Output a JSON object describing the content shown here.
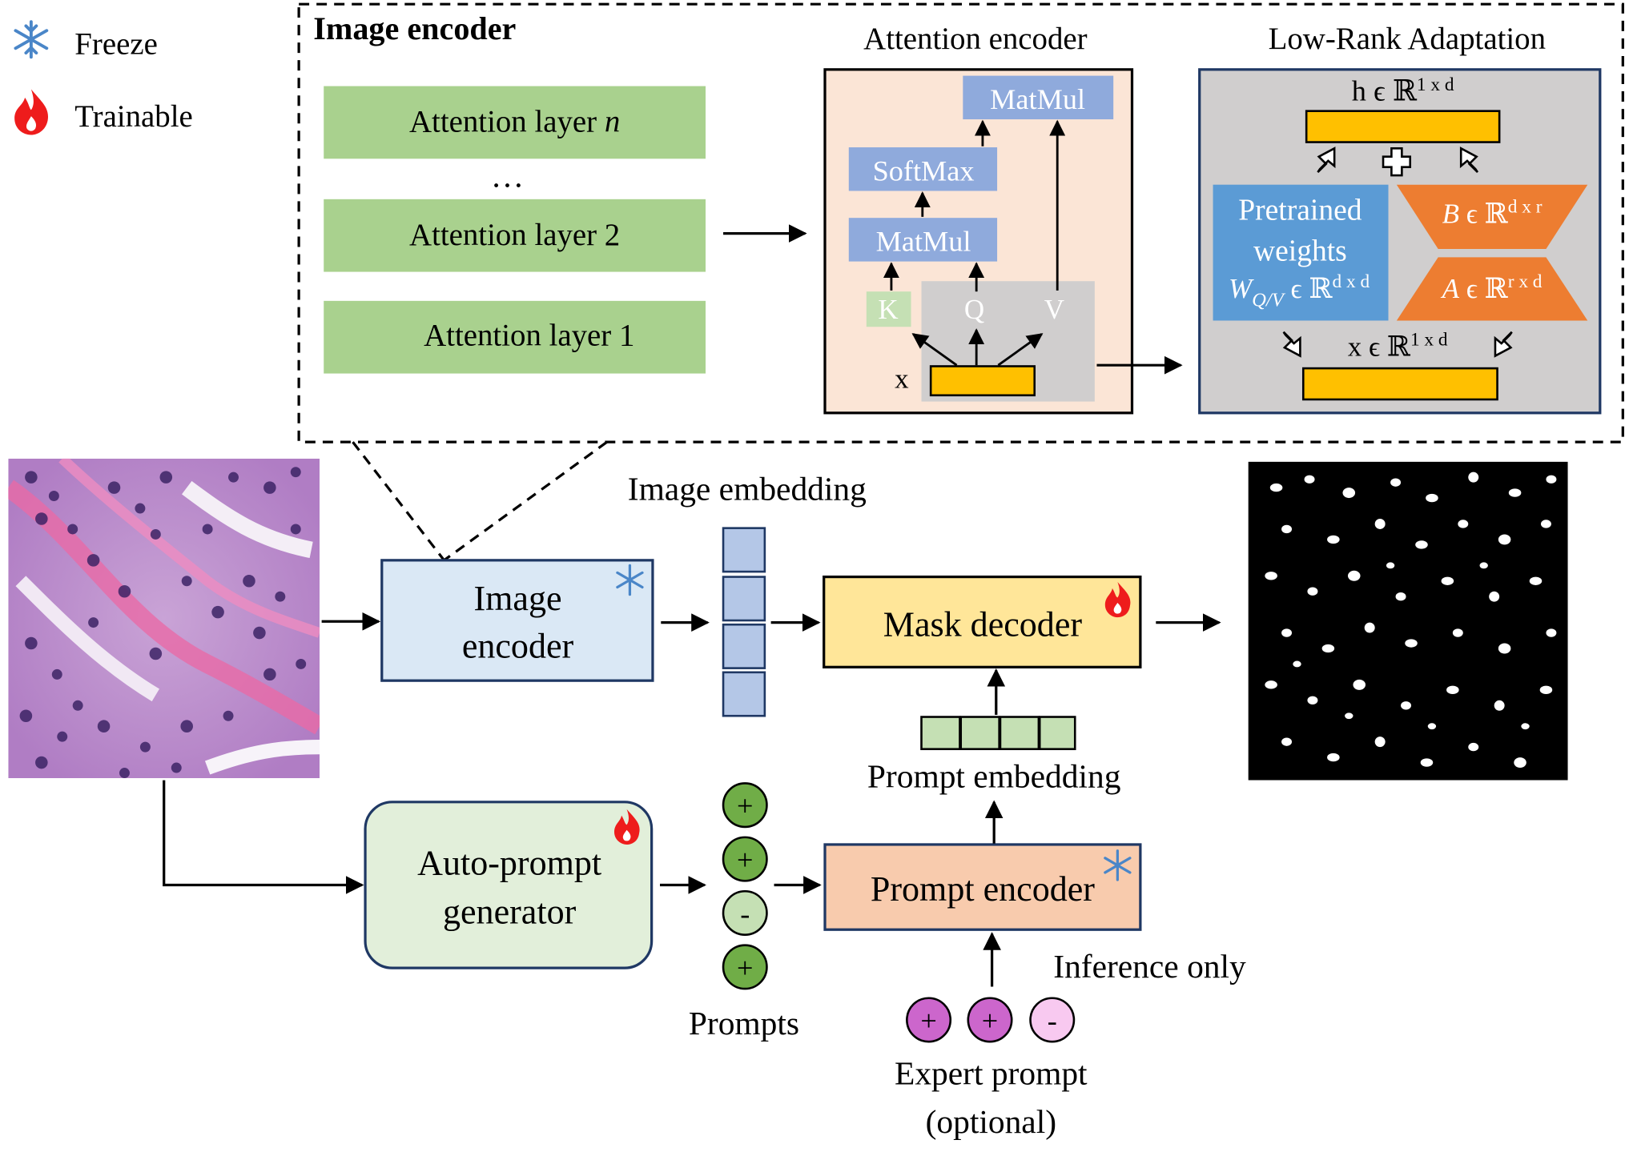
{
  "legend": {
    "freeze_label": "Freeze",
    "trainable_label": "Trainable",
    "freeze_icon": "snowflake-icon",
    "trainable_icon": "flame-icon"
  },
  "image_encoder_panel": {
    "title": "Image encoder",
    "layers": [
      "Attention layer",
      "Attention layer 2",
      "Attention layer 1"
    ],
    "layer_n_suffix": "n",
    "ellipsis": "…"
  },
  "attention_encoder": {
    "title": "Attention encoder",
    "matmul_top": "MatMul",
    "softmax": "SoftMax",
    "matmul_bottom": "MatMul",
    "k": "K",
    "q": "Q",
    "v": "V",
    "x": "x"
  },
  "lora": {
    "title": "Low-Rank Adaptation",
    "h_label": "h ϵ ℝ",
    "h_sup": "1 x d",
    "pretrained_line1": "Pretrained",
    "pretrained_line2": "weights",
    "w_symbol": "W",
    "w_sub": "Q/V",
    "w_rest": " ϵ ℝ",
    "w_sup": "d x d",
    "b_symbol": "B",
    "b_rest": " ϵ ℝ",
    "b_sup": "d x r",
    "a_symbol": "A",
    "a_rest": " ϵ ℝ",
    "a_sup": "r x d",
    "x_label": "x ϵ ℝ",
    "x_sup": "1 x d"
  },
  "pipeline": {
    "image_embedding": "Image embedding",
    "image_encoder_line1": "Image",
    "image_encoder_line2": "encoder",
    "mask_decoder": "Mask decoder",
    "prompt_embedding": "Prompt embedding",
    "auto_prompt_line1": "Auto-prompt",
    "auto_prompt_line2": "generator",
    "prompts": "Prompts",
    "prompt_encoder": "Prompt encoder",
    "inference_only": "Inference only",
    "expert_prompt_line1": "Expert prompt",
    "expert_prompt_line2": "(optional)",
    "prompt_signs": [
      "+",
      "+",
      "-",
      "+"
    ],
    "expert_signs": [
      "+",
      "+",
      "-"
    ]
  },
  "colors": {
    "green_layer": "#a9d18e",
    "attention_bg": "#fbe5d6",
    "blue_box": "#8faadc",
    "gray": "#d0cece",
    "yellow": "#ffc000",
    "pretrained_blue": "#5b9bd5",
    "orange": "#ed7d31",
    "image_encoder_fill": "#dae8f5",
    "mask_decoder_fill": "#ffe699",
    "auto_prompt_fill": "#e2efda",
    "prompt_encoder_fill": "#f8cbad",
    "green_dot": "#70ad47",
    "purple_dot": "#cc66cc"
  }
}
